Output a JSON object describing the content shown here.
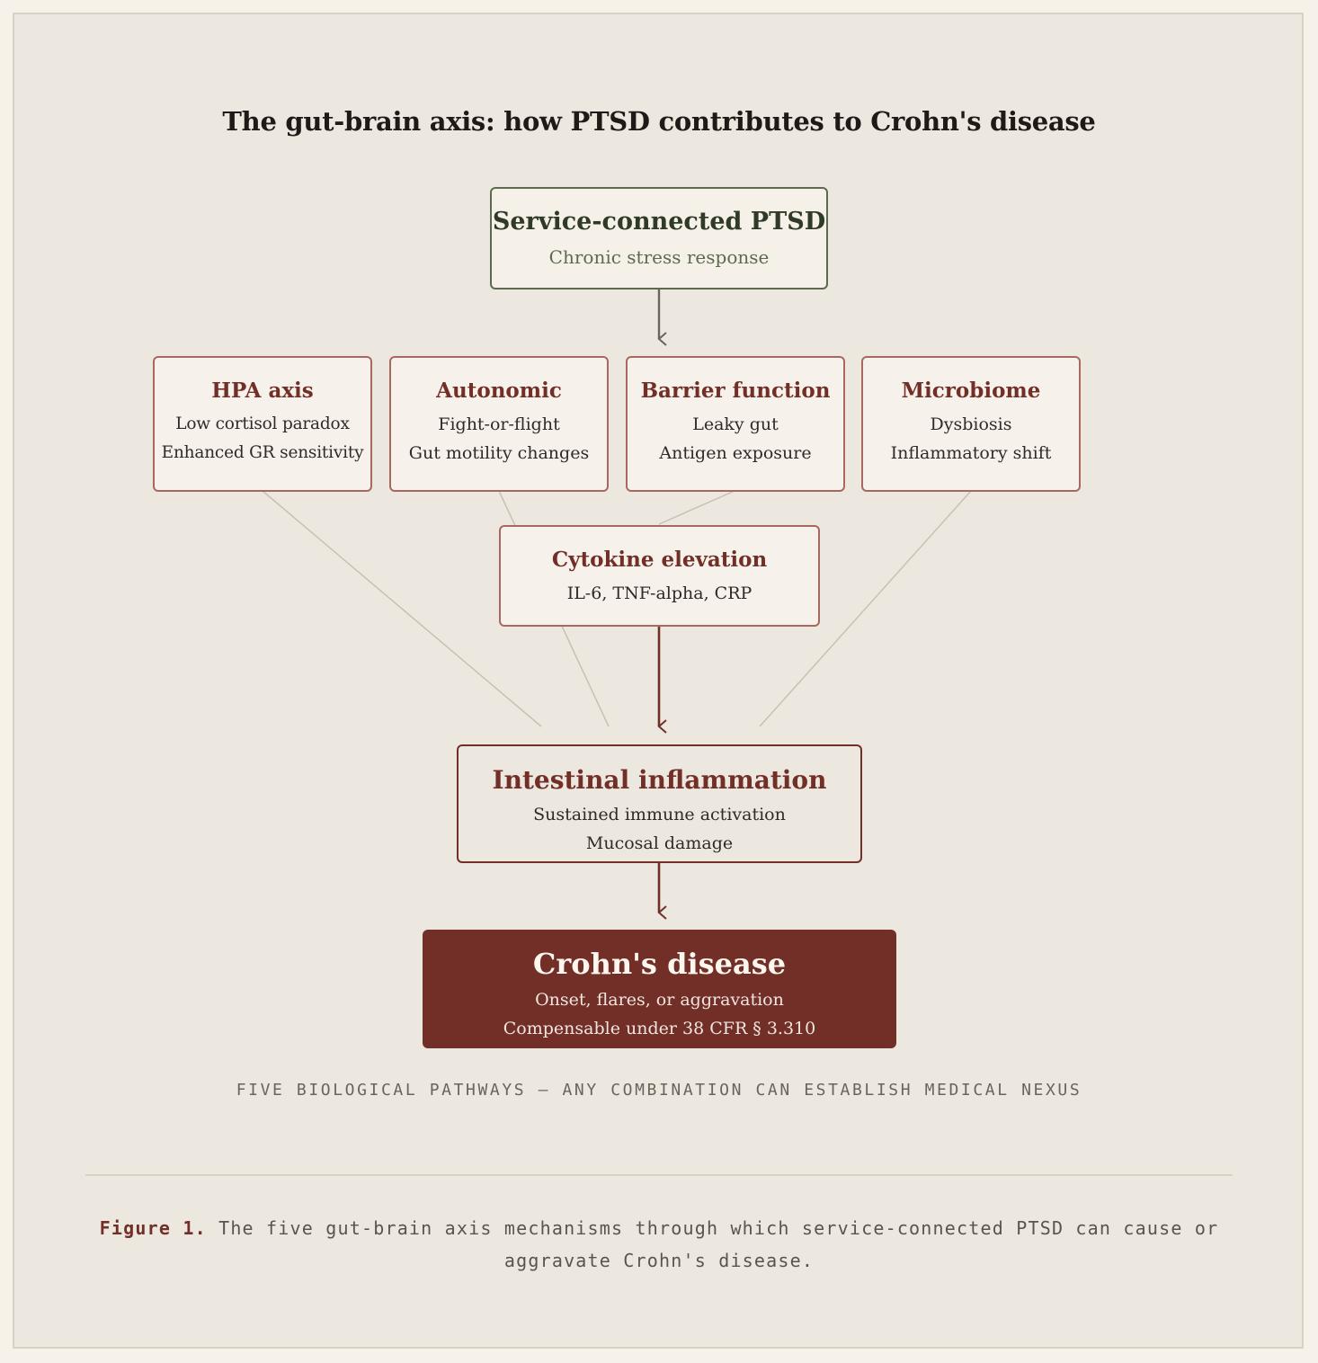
{
  "title": "The gut-brain axis: how PTSD contributes to Crohn's disease",
  "source_node": {
    "title": "Service-connected PTSD",
    "subtitle": "Chronic stress response"
  },
  "pathways": [
    {
      "title": "HPA axis",
      "lines": [
        "Low cortisol paradox",
        "Enhanced GR sensitivity"
      ]
    },
    {
      "title": "Autonomic",
      "lines": [
        "Fight-or-flight",
        "Gut motility changes"
      ]
    },
    {
      "title": "Barrier function",
      "lines": [
        "Leaky gut",
        "Antigen exposure"
      ]
    },
    {
      "title": "Microbiome",
      "lines": [
        "Dysbiosis",
        "Inflammatory shift"
      ]
    }
  ],
  "cytokine_node": {
    "title": "Cytokine elevation",
    "subtitle": "IL-6, TNF-alpha, CRP"
  },
  "inflammation_node": {
    "title": "Intestinal inflammation",
    "lines": [
      "Sustained immune activation",
      "Mucosal damage"
    ]
  },
  "outcome_node": {
    "title": "Crohn's disease",
    "lines": [
      "Onset, flares, or aggravation",
      "Compensable under 38 CFR § 3.310"
    ]
  },
  "footnote": "FIVE BIOLOGICAL PATHWAYS — ANY COMBINATION CAN ESTABLISH MEDICAL NEXUS",
  "caption": {
    "label": "Figure 1.",
    "text": "The five gut-brain axis mechanisms through which service-connected PTSD can cause or aggravate Crohn's disease."
  },
  "colors": {
    "background": "#ede8df",
    "accent_red": "#722f28",
    "accent_green": "#5c6a4f",
    "thin_line": "#cbbfb3",
    "arrow_gray": "#6a645d"
  }
}
